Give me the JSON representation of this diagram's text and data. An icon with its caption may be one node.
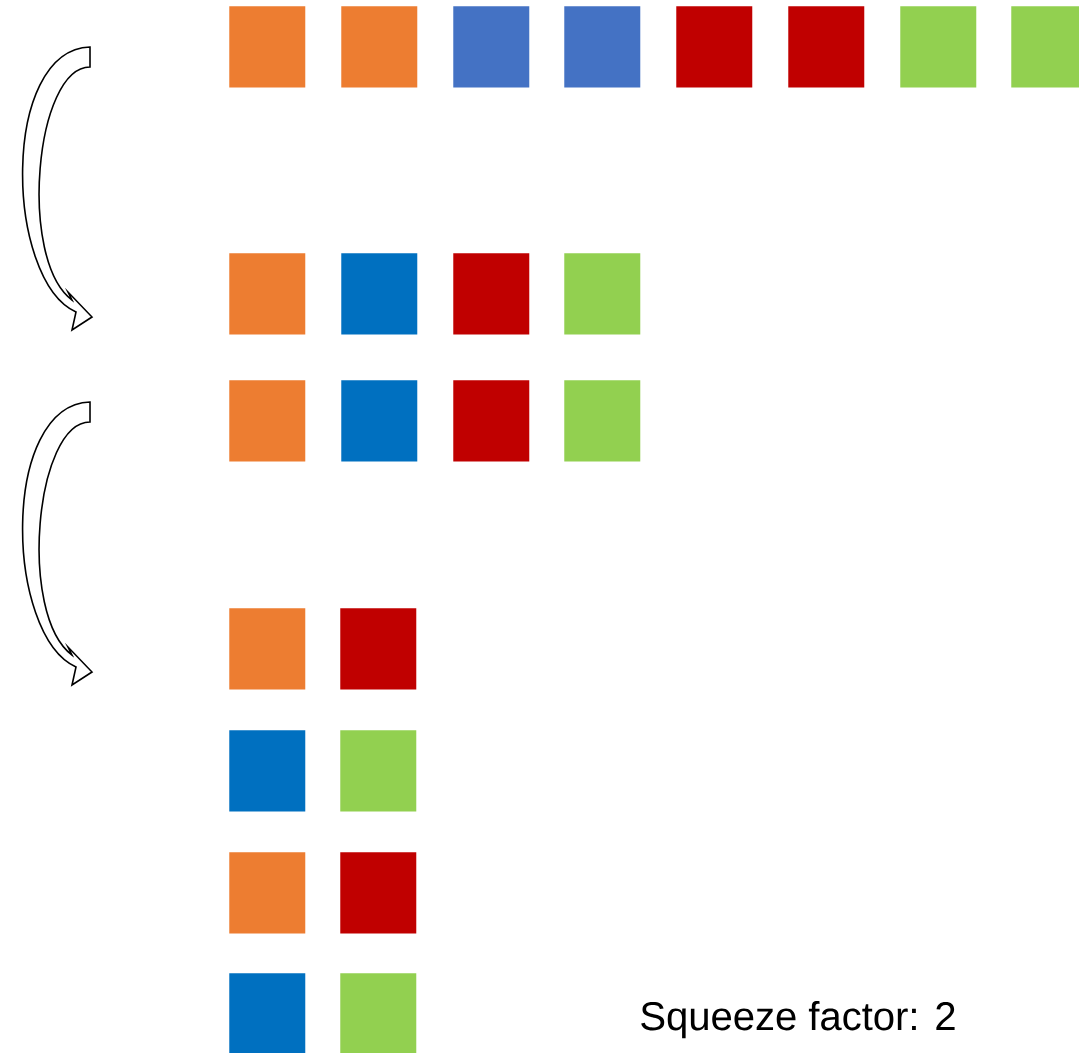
{
  "diagram": {
    "nodes": [
      {
        "text": [],
        "shape": "box"
      },
      {
        "text": [],
        "shape": "box"
      },
      {
        "text": [],
        "shape": "box"
      },
      {
        "text": [],
        "shape": "box"
      },
      {
        "text": [],
        "shape": "box"
      },
      {
        "text": [],
        "shape": "box"
      },
      {
        "text": [],
        "shape": "box"
      },
      {
        "text": [],
        "shape": "box"
      },
      {
        "text": [],
        "shape": "box"
      },
      {
        "text": [],
        "shape": "box"
      },
      {
        "text": [],
        "shape": "box"
      },
      {
        "text": [],
        "shape": "box"
      },
      {
        "text": [],
        "shape": "box"
      },
      {
        "text": [],
        "shape": "box"
      },
      {
        "text": [],
        "shape": "box"
      },
      {
        "text": [],
        "shape": "box"
      },
      {
        "text": [],
        "shape": "box"
      },
      {
        "text": [],
        "shape": "box"
      },
      {
        "text": [],
        "shape": "box"
      },
      {
        "text": [],
        "shape": "box"
      },
      {
        "text": [],
        "shape": "box"
      },
      {
        "text": [],
        "shape": "box"
      },
      {
        "text": [],
        "shape": "box"
      },
      {
        "text": [],
        "shape": "box"
      }
    ],
    "labels": [
      "Squeeze factor: 2"
    ]
  }
}
